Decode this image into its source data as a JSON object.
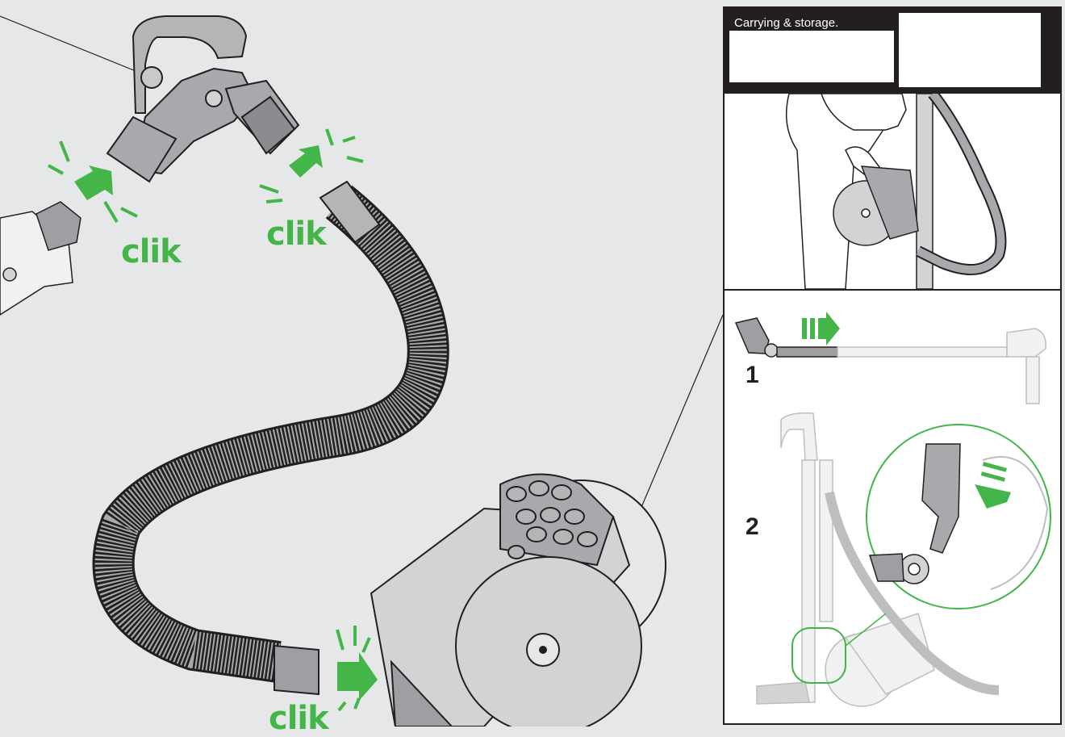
{
  "main": {
    "clik_labels": [
      "clik",
      "clik",
      "clik"
    ]
  },
  "panel": {
    "title": "Carrying & storage.",
    "steps": [
      "1",
      "2"
    ]
  },
  "colors": {
    "background": "#e6e7e8",
    "accent_green": "#44b649",
    "line": "#231f20",
    "part_gray": "#9d9fa2"
  }
}
